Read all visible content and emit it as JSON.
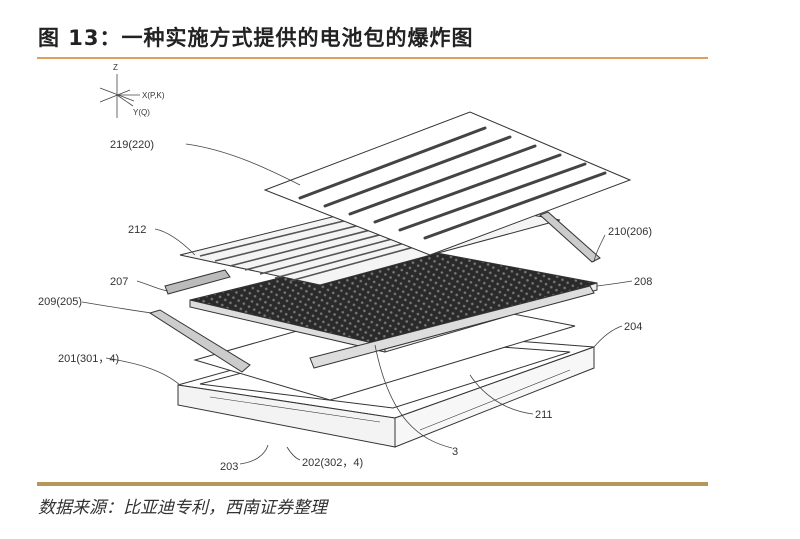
{
  "title": "图 13：一种实施方式提供的电池包的爆炸图",
  "source": "数据来源：比亚迪专利，西南证券整理",
  "axes": {
    "z": "Z",
    "x": "X(P,K)",
    "y": "Y(Q)"
  },
  "labels": {
    "l219": "219(220)",
    "l212": "212",
    "l210": "210(206)",
    "l207": "207",
    "l208": "208",
    "l209": "209(205)",
    "l204": "204",
    "l201": "201(301，4)",
    "l211": "211",
    "l3": "3",
    "l203": "203",
    "l202": "202(302，4)"
  },
  "colors": {
    "rule_top": "#d9a15a",
    "rule_bottom": "#b8965a"
  }
}
